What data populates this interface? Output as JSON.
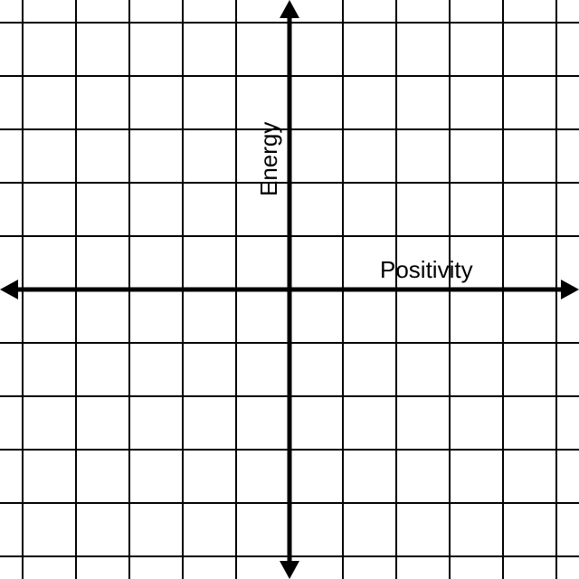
{
  "diagram": {
    "type": "coordinate-plane",
    "grid": true,
    "colors": {
      "background": "#ffffff",
      "grid_line": "#000000",
      "axis_line": "#000000"
    },
    "x_axis": {
      "label": "Positivity",
      "arrows": "both"
    },
    "y_axis": {
      "label": "Energy",
      "arrows": "both"
    }
  }
}
